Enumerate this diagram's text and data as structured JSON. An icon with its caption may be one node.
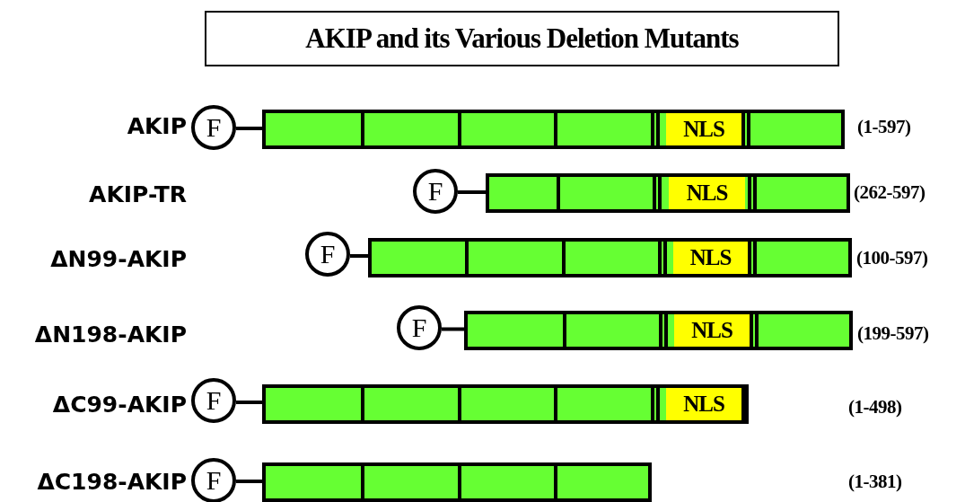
{
  "diagram": {
    "title": "AKIP and its Various Deletion Mutants",
    "nodes": [
      {
        "text": [
          "F"
        ]
      },
      {
        "text": [],
        "shape": "bar"
      },
      {
        "text": [
          "NLS"
        ],
        "in": 1
      },
      {
        "text": [
          "F"
        ]
      },
      {
        "text": [],
        "shape": "bar"
      },
      {
        "text": [
          "NLS"
        ],
        "in": 4
      },
      {
        "text": [
          "F"
        ]
      },
      {
        "text": [],
        "shape": "bar"
      },
      {
        "text": [
          "NLS"
        ],
        "in": 7
      },
      {
        "text": [
          "F"
        ]
      },
      {
        "text": [],
        "shape": "bar"
      },
      {
        "text": [
          "NLS"
        ],
        "in": 10
      },
      {
        "text": [
          "F"
        ]
      },
      {
        "text": [],
        "shape": "bar"
      },
      {
        "text": [
          "NLS"
        ],
        "in": 13
      },
      {
        "text": [
          "F"
        ]
      },
      {
        "text": [],
        "shape": "bar"
      }
    ],
    "edges": [
      {
        "from": 0,
        "to": 1,
        "arrow": "none"
      },
      {
        "from": 3,
        "to": 4,
        "arrow": "none"
      },
      {
        "from": 6,
        "to": 7,
        "arrow": "none"
      },
      {
        "from": 9,
        "to": 10,
        "arrow": "none"
      },
      {
        "from": 12,
        "to": 13,
        "arrow": "none"
      },
      {
        "from": 15,
        "to": 16,
        "arrow": "none"
      }
    ],
    "labels": [
      "AKIP",
      "(1-597)",
      "AKIP-TR",
      "(262-597)",
      "ΔN99-AKIP",
      "(100-597)",
      "ΔN198-AKIP",
      "(199-597)",
      "ΔC99-AKIP",
      "(1-498)",
      "ΔC198-AKIP",
      "(1-381)"
    ]
  }
}
